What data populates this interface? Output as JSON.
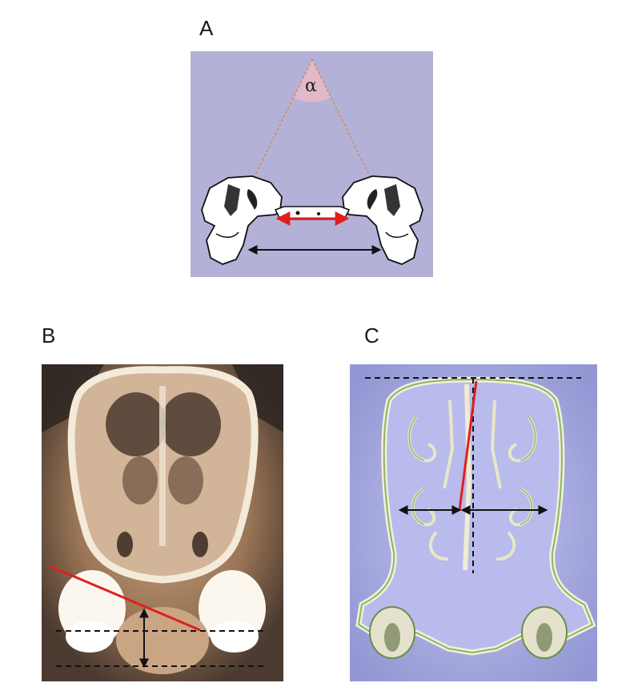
{
  "panels": {
    "a": {
      "label": "A",
      "angle_symbol": "α",
      "background_color": "#b4b1d8"
    },
    "b": {
      "label": "B",
      "background_color": "#8a6a4e"
    },
    "c": {
      "label": "C",
      "background_color": "#aeb0e0"
    }
  },
  "colors": {
    "red_marker": "#e0201e",
    "black_marker": "#111111",
    "orange_guide": "#d88a3e",
    "angle_wedge": "#e2b9c9"
  }
}
